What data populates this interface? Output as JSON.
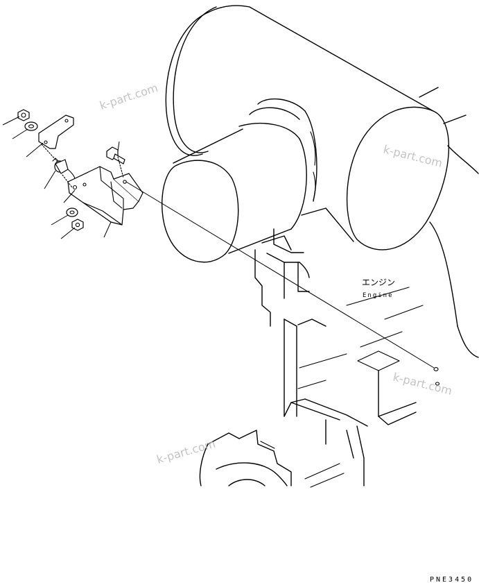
{
  "labels": {
    "engine_jp": "エンジン",
    "engine_en": "Engine"
  },
  "watermarks": [
    "k-part.com",
    "k-part.com",
    "k-part.com",
    "k-part.com"
  ],
  "drawing_code": "PNE3450",
  "colors": {
    "line": "#000000",
    "watermark": "#bdbdbd",
    "background": "#ffffff"
  }
}
